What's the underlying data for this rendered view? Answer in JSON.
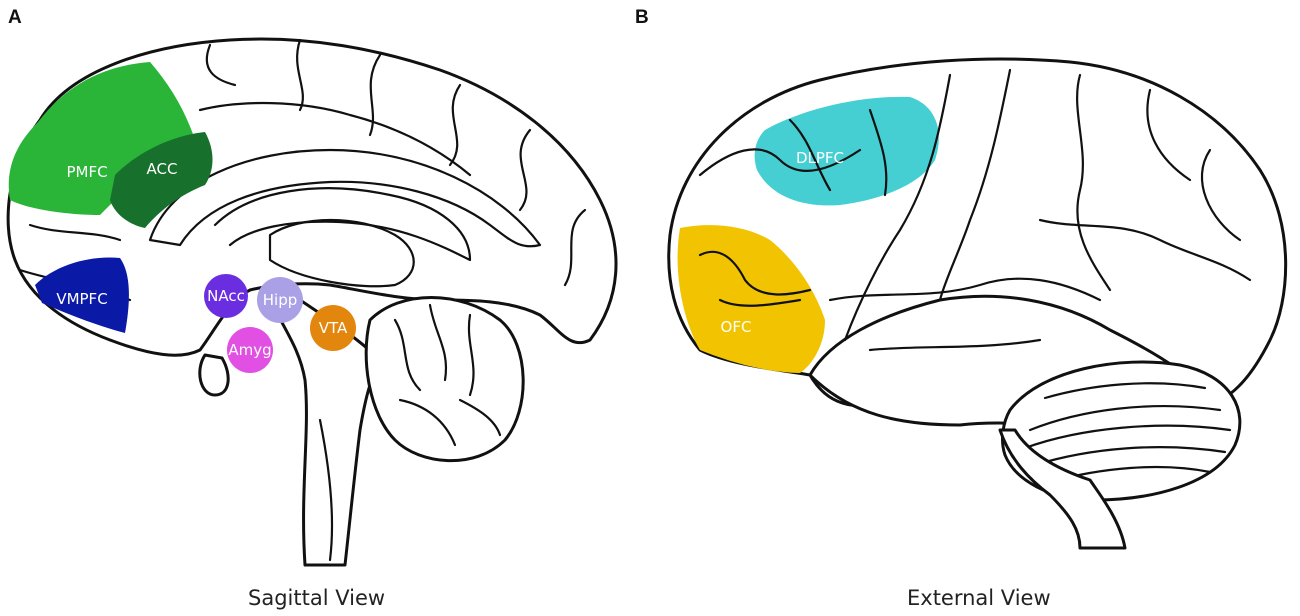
{
  "panels": [
    {
      "letter": "A",
      "caption": "Sagittal View"
    },
    {
      "letter": "B",
      "caption": "External View"
    }
  ],
  "regions": {
    "pmfc": {
      "label": "PMFC",
      "color": "#2ab538"
    },
    "acc": {
      "label": "ACC",
      "color": "#17702c"
    },
    "vmpfc": {
      "label": "VMPFC",
      "color": "#0b1aa6"
    },
    "nacc": {
      "label": "NAcc",
      "color": "#6a2ee0"
    },
    "hipp": {
      "label": "Hipp",
      "color": "#a9a0e6"
    },
    "amyg": {
      "label": "Amyg",
      "color": "#e14fe3"
    },
    "vta": {
      "label": "VTA",
      "color": "#e3860d"
    },
    "dlpfc": {
      "label": "DLPFC",
      "color": "#45cfd3"
    },
    "ofc": {
      "label": "OFC",
      "color": "#f2c300"
    }
  }
}
